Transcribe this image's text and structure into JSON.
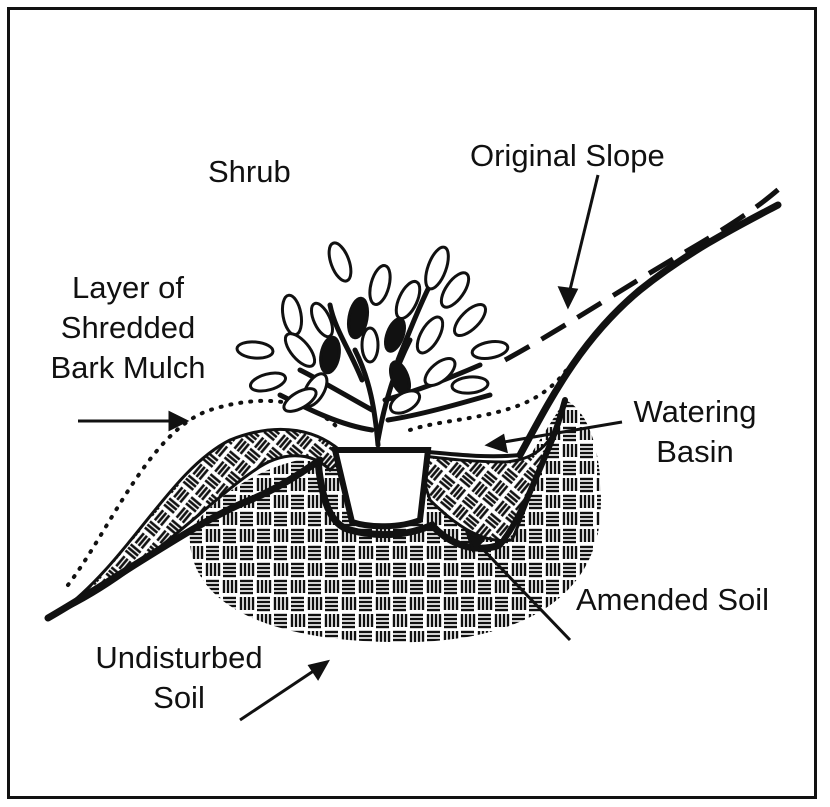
{
  "labels": {
    "shrub": "Shrub",
    "original_slope": "Original Slope",
    "mulch_line1": "Layer of",
    "mulch_line2": "Shredded",
    "mulch_line3": "Bark Mulch",
    "watering_line1": "Watering",
    "watering_line2": "Basin",
    "amended_soil": "Amended Soil",
    "undisturbed_line1": "Undisturbed",
    "undisturbed_line2": "Soil"
  },
  "colors": {
    "ink": "#111111",
    "paper": "#ffffff"
  }
}
